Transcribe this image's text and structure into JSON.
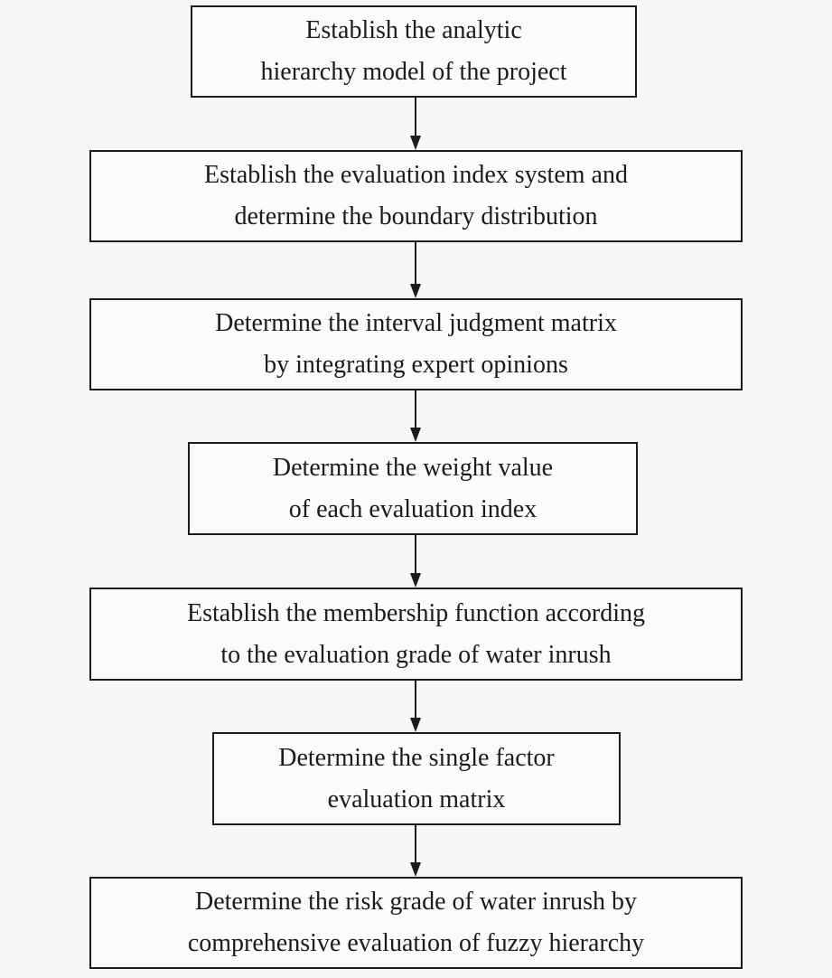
{
  "diagram": {
    "type": "flowchart",
    "direction": "top-down",
    "colors": {
      "background": "#f7f7f7",
      "box_fill": "#fbfbfb",
      "box_border": "#1c1c1c",
      "arrow": "#1c1c1c",
      "text": "#1b1b1b"
    },
    "steps": [
      {
        "line1": "Establish the analytic",
        "line2": "hierarchy model of the project"
      },
      {
        "line1": "Establish the evaluation index system and",
        "line2": "determine the boundary distribution"
      },
      {
        "line1": "Determine the interval judgment matrix",
        "line2": "by integrating expert opinions"
      },
      {
        "line1": "Determine the weight value",
        "line2": "of each evaluation index"
      },
      {
        "line1": "Establish the membership function according",
        "line2": "to the evaluation grade of water inrush"
      },
      {
        "line1": "Determine the single factor",
        "line2": "evaluation matrix"
      },
      {
        "line1": "Determine the risk grade of water inrush by",
        "line2": "comprehensive evaluation of fuzzy hierarchy"
      }
    ]
  }
}
